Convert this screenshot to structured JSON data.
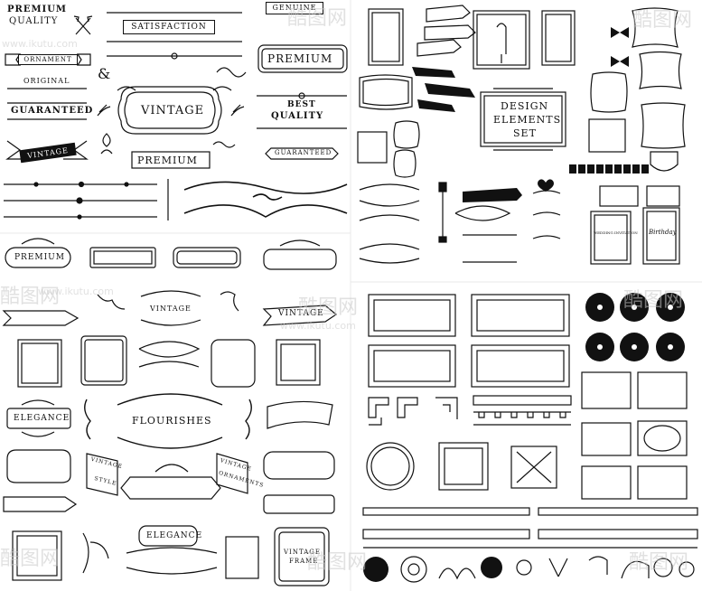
{
  "labels": {
    "premium_quality_1": "PREMIUM",
    "premium_quality_2": "QUALITY",
    "satisfaction": "SATISFACTION",
    "genuine": "GENUINE",
    "ornament": "ORNAMENT",
    "premium_banner": "PREMIUM",
    "original": "ORIGINAL",
    "ampersand": "&",
    "vintage_center": "VINTAGE",
    "guaranteed": "GUARANTEED",
    "best": "BEST",
    "quality": "QUALITY",
    "vintage_ribbon": "VINTAGE",
    "premium_bar": "PREMIUM",
    "guaranteed_small": "GUARANTEED",
    "premium_rounded": "PREMIUM",
    "vintage_small": "VINTAGE",
    "vintage_banner": "VINTAGE",
    "elegance_1": "ELEGANCE",
    "flourishes": "FLOURISHES",
    "vintage_style_1": "VINTAGE",
    "vintage_style_2": "STYLE",
    "vintage_ornaments_1": "VINTAGE",
    "vintage_ornaments_2": "ORNAMENTS",
    "elegance_2": "ELEGANCE",
    "vintage_frame_1": "VINTAGE",
    "vintage_frame_2": "FRAME",
    "design_1": "DESIGN",
    "design_2": "ELEMENTS",
    "design_3": "SET",
    "wedding_invitation": "WEDDING INVITATION",
    "birthday": "Birthday"
  },
  "watermarks": {
    "brand": "酷图网",
    "site": "www.ikutu.com"
  },
  "colors": {
    "ink": "#111111",
    "paper": "#ffffff",
    "watermark": "#c9c9c9"
  }
}
